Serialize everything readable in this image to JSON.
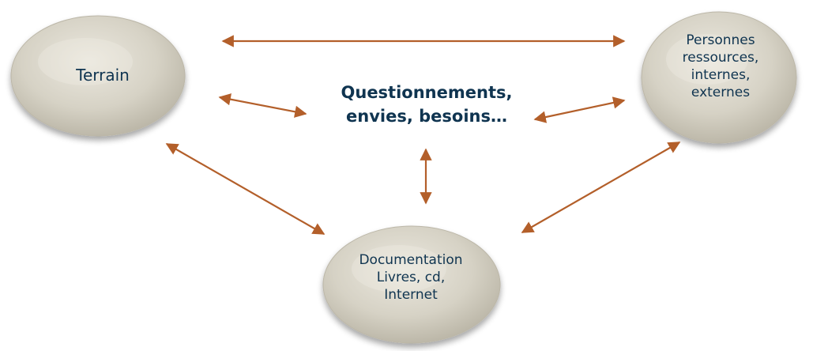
{
  "diagram": {
    "colors": {
      "text": "#0f3450",
      "arrow": "#b35f2a",
      "stone_fill": "#d9d5c8",
      "stone_edge": "#bcb7a8"
    },
    "nodes": {
      "terrain": {
        "label": "Terrain"
      },
      "personnes": {
        "label": "Personnes\nressources,\ninternes,\nexternes"
      },
      "documentation": {
        "label": "Documentation\nLivres, cd,\nInternet"
      },
      "center": {
        "label": "Questionnements,\nenvies, besoins…"
      }
    }
  }
}
